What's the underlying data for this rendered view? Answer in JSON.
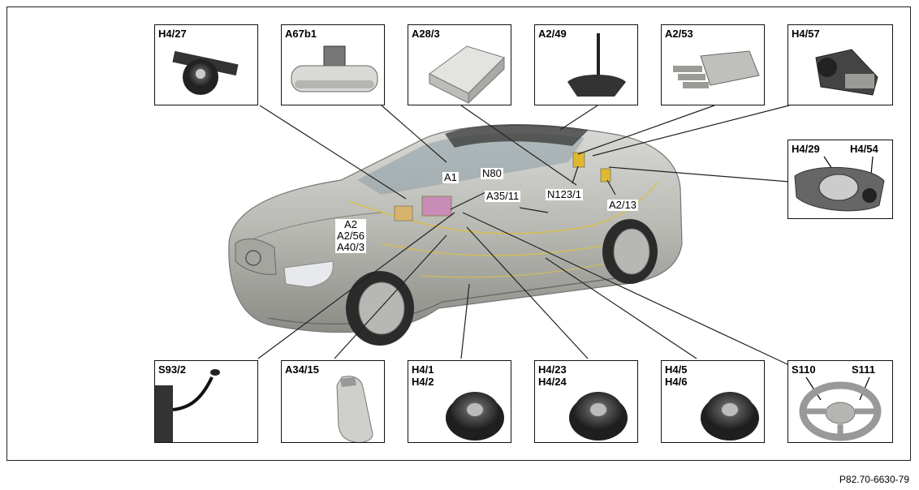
{
  "diagram": {
    "reference": "P82.70-6630-79",
    "boxes": {
      "h4_27": "H4/27",
      "a67b1": "A67b1",
      "a28_3": "A28/3",
      "a2_49": "A2/49",
      "a2_53": "A2/53",
      "h4_57": "H4/57",
      "h4_29": "H4/29",
      "h4_54": "H4/54",
      "s93_2": "S93/2",
      "a34_15": "A34/15",
      "h4_1": "H4/1",
      "h4_2": "H4/2",
      "h4_23": "H4/23",
      "h4_24": "H4/24",
      "h4_5": "H4/5",
      "h4_6": "H4/6",
      "s110": "S110",
      "s111": "S111"
    },
    "car_labels": {
      "a1": "A1",
      "n80": "N80",
      "a35_11": "A35/11",
      "n123_1": "N123/1",
      "a2_13": "A2/13",
      "a2": "A2",
      "a2_56": "A2/56",
      "a40_3": "A40/3"
    }
  }
}
